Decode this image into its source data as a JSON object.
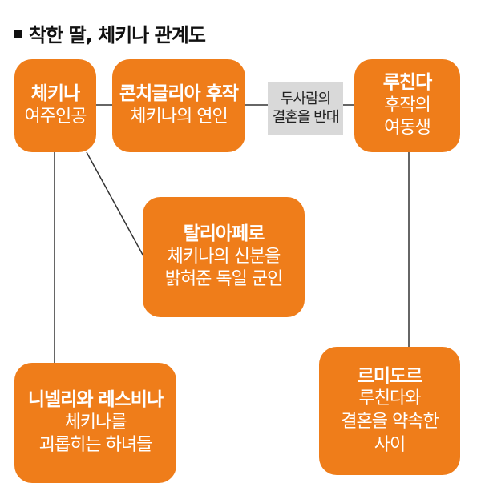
{
  "title": "착한 딸, 체키나 관계도",
  "nodes": {
    "chekina": {
      "name": "체키나",
      "desc": [
        "여주인공"
      ]
    },
    "konchi": {
      "name": "콘치글리아 후작",
      "desc": [
        "체키나의 연인"
      ]
    },
    "luchinda": {
      "name": "루친다",
      "desc": [
        "후작의",
        "여동생"
      ]
    },
    "tagliaferro": {
      "name": "탈리아페로",
      "desc": [
        "체키나의 신분을",
        "밝혀준 독일 군인"
      ]
    },
    "nella": {
      "name": "니넬리와 레스비나",
      "desc": [
        "체키나를",
        "괴롭히는 하녀들"
      ]
    },
    "remidoro": {
      "name": "르미도르",
      "desc": [
        "루친다와",
        "결혼을 약속한",
        "사이"
      ]
    }
  },
  "edge_labels": {
    "oppose": [
      "두사람의",
      "결혼을 반대"
    ]
  },
  "colors": {
    "box": "#ef7d1a",
    "line": "#333333",
    "label_bg": "#d9d9d9"
  }
}
